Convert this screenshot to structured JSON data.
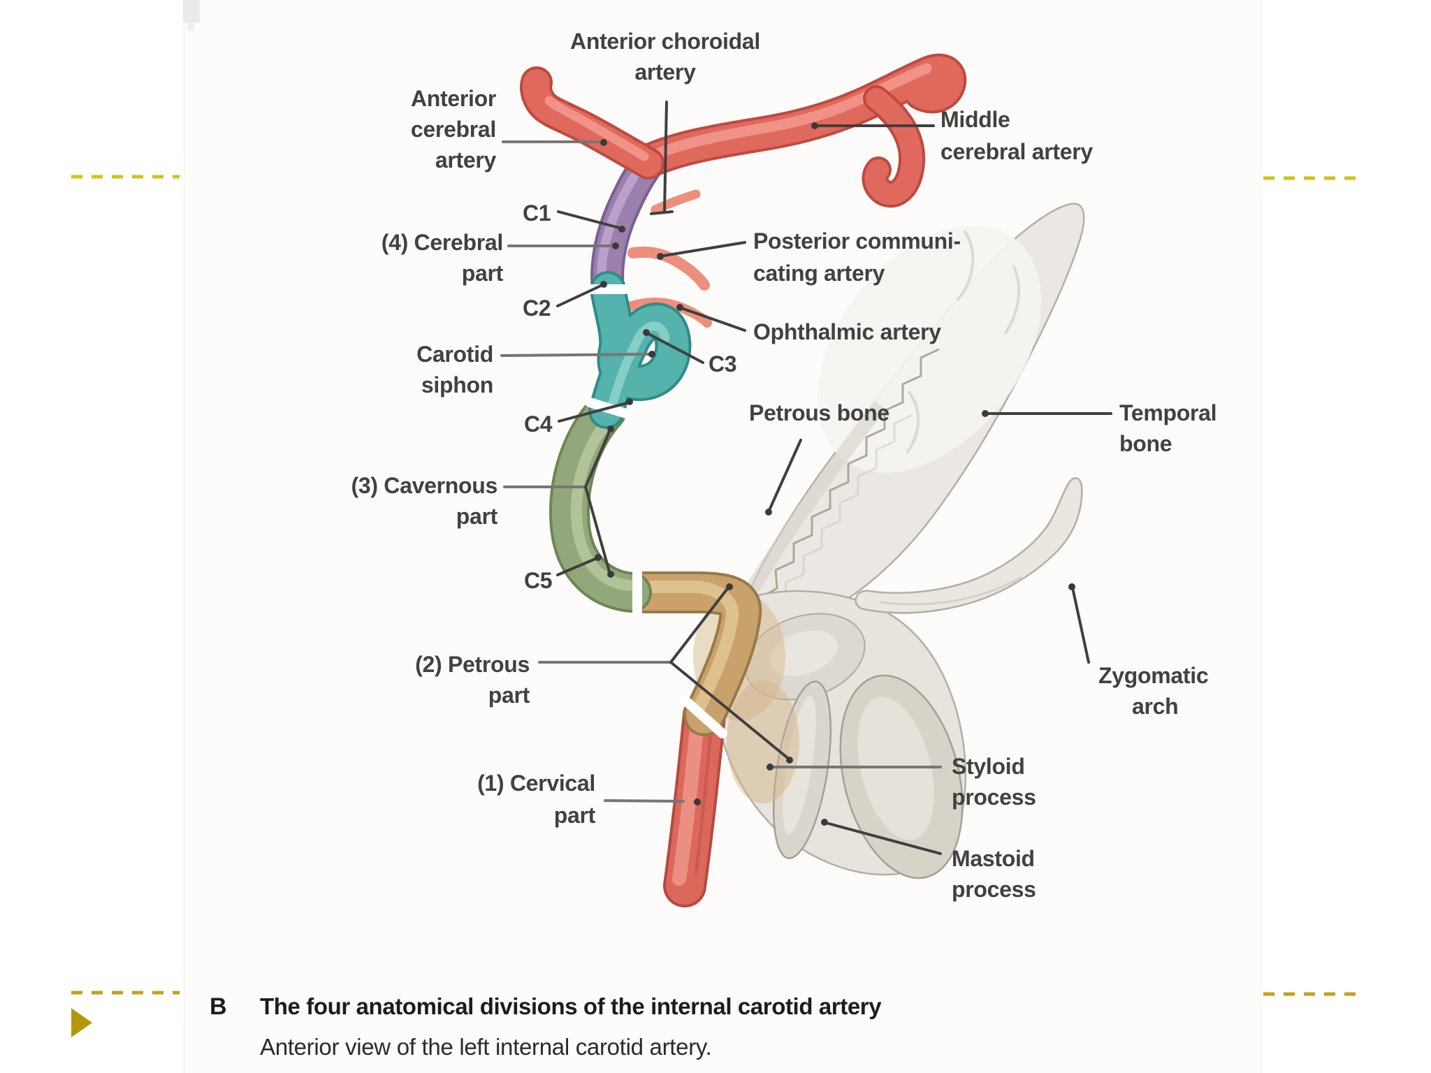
{
  "slide": {
    "caption": {
      "index": "B",
      "title": "The four anatomical divisions of the internal carotid artery",
      "subtitle": "Anterior view of the left internal carotid artery."
    },
    "accent": {
      "dash_top": "#d2c315",
      "dash_bottom": "#c2a21d",
      "triangle": "#b5970b"
    }
  },
  "figure": {
    "labels": {
      "anterior_choroidal": {
        "l1": "Anterior choroidal",
        "l2": "artery"
      },
      "anterior_cerebral": {
        "l1": "Anterior",
        "l2": "cerebral",
        "l3": "artery"
      },
      "middle_cerebral": {
        "l1": "Middle",
        "l2": "cerebral artery"
      },
      "c1": {
        "l1": "C1"
      },
      "cerebral_part": {
        "l1": "(4) Cerebral",
        "l2": "part"
      },
      "posterior_communicating": {
        "l1": "Posterior communi-",
        "l2": "cating artery"
      },
      "c2": {
        "l1": "C2"
      },
      "ophthalmic": {
        "l1": "Ophthalmic artery"
      },
      "carotid_siphon": {
        "l1": "Carotid",
        "l2": "siphon"
      },
      "c3": {
        "l1": "C3"
      },
      "c4": {
        "l1": "C4"
      },
      "cavernous_part": {
        "l1": "(3) Cavernous",
        "l2": "part"
      },
      "c5": {
        "l1": "C5"
      },
      "petrous_part": {
        "l1": "(2) Petrous",
        "l2": "part"
      },
      "petrous_bone": {
        "l1": "Petrous bone"
      },
      "temporal_bone": {
        "l1": "Temporal",
        "l2": "bone"
      },
      "zygomatic_arch": {
        "l1": "Zygomatic",
        "l2": "arch"
      },
      "cervical_part": {
        "l1": "(1) Cervical",
        "l2": "part"
      },
      "styloid_process": {
        "l1": "Styloid",
        "l2": "process"
      },
      "mastoid_process": {
        "l1": "Mastoid",
        "l2": "process"
      }
    },
    "colors": {
      "cervical_segment": "#dc685c",
      "petrous_segment": "#c8a26a",
      "cavernous_segment": "#92a87b",
      "siphon_segment": "#54b3ac",
      "cerebral_segment": "#9b80ae",
      "terminal_branches": "#e0695d",
      "small_branches": "#ee8f7d",
      "bone": "#ebe8e3"
    }
  }
}
